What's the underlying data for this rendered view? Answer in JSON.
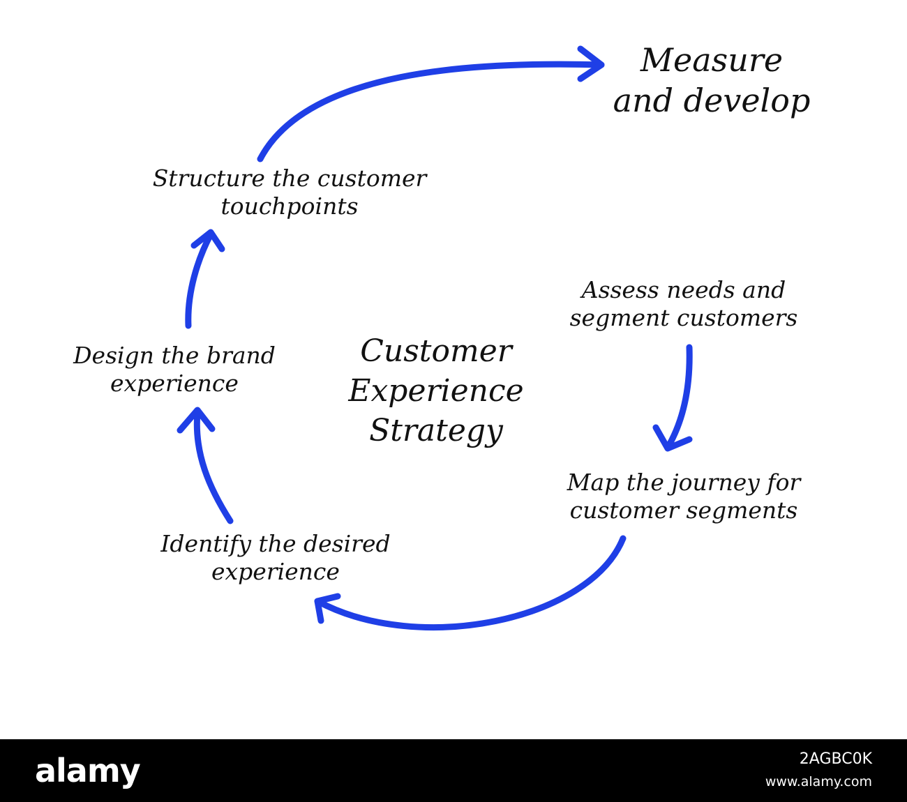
{
  "diagram": {
    "center_title": [
      "Customer",
      "Experience",
      "Strategy"
    ],
    "goal": [
      "Measure",
      "and develop"
    ],
    "steps": [
      {
        "lines": [
          "Assess needs and",
          "segment customers"
        ]
      },
      {
        "lines": [
          "Map the journey for",
          "customer segments"
        ]
      },
      {
        "lines": [
          "Identify the desired",
          "experience"
        ]
      },
      {
        "lines": [
          "Design the brand",
          "experience"
        ]
      },
      {
        "lines": [
          "Structure the customer",
          "touchpoints"
        ]
      }
    ],
    "arrow_color": "#1f3fe6",
    "text_color": "#111111"
  },
  "footer": {
    "brand": "alamy",
    "image_id": "2AGBC0K",
    "site": "www.alamy.com"
  }
}
